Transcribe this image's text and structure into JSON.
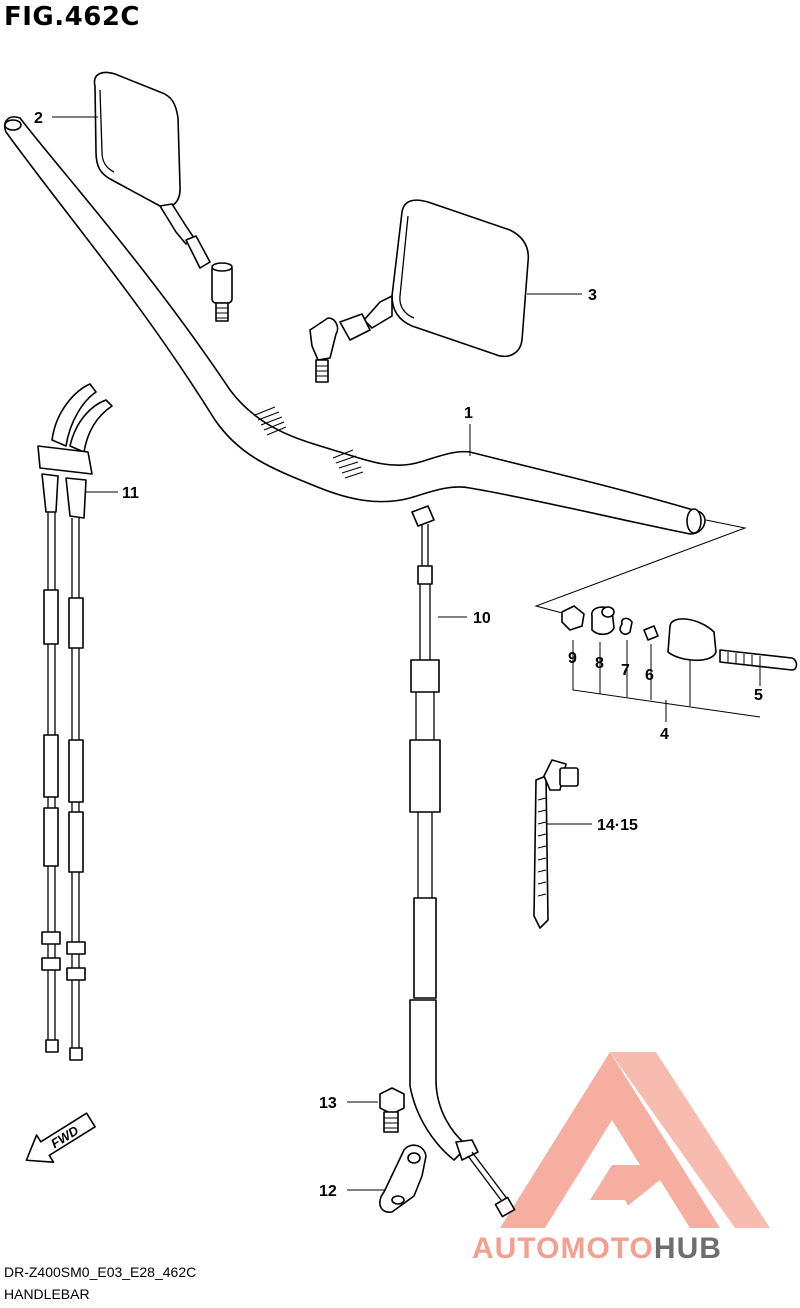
{
  "figure": {
    "title": "FIG.462C",
    "code": "DR-Z400SM0_E03_E28_462C",
    "name": "HANDLEBAR"
  },
  "callouts": [
    {
      "id": "1",
      "label": "1"
    },
    {
      "id": "2",
      "label": "2"
    },
    {
      "id": "3",
      "label": "3"
    },
    {
      "id": "4",
      "label": "4"
    },
    {
      "id": "5",
      "label": "5"
    },
    {
      "id": "6",
      "label": "6"
    },
    {
      "id": "7",
      "label": "7"
    },
    {
      "id": "8",
      "label": "8"
    },
    {
      "id": "9",
      "label": "9"
    },
    {
      "id": "10",
      "label": "10"
    },
    {
      "id": "11",
      "label": "11"
    },
    {
      "id": "12",
      "label": "12"
    },
    {
      "id": "13",
      "label": "13"
    },
    {
      "id": "14-15",
      "label": "14·15"
    }
  ],
  "fwd": {
    "label": "FWD",
    "icon": "fwd-arrow-icon"
  },
  "watermark": {
    "part1": "AUTO",
    "part2": "MOTO",
    "part3": "HUB",
    "color_main": "#f4a090",
    "color_dark": "#6e6e6e",
    "icon": "triangle-logo-icon"
  }
}
